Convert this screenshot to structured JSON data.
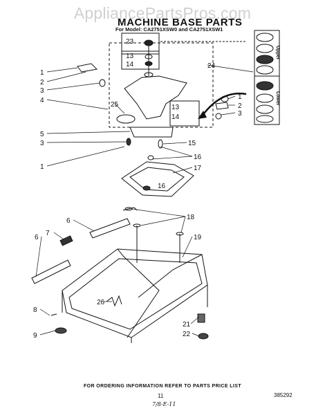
{
  "watermark": "AppliancePartsPros.com",
  "title": "MACHINE BASE PARTS",
  "subtitle": "For Model: CA2751XSW0 and CA2751XSW1",
  "inset": {
    "upper_label": "Upper",
    "lower_label": "Lower"
  },
  "callouts": [
    "1",
    "2",
    "3",
    "4",
    "5",
    "3",
    "1",
    "6",
    "7",
    "6",
    "8",
    "9",
    "23",
    "13",
    "14",
    "24",
    "25",
    "13",
    "14",
    "1",
    "2",
    "3",
    "15",
    "16",
    "17",
    "16",
    "18",
    "19",
    "26",
    "21",
    "22"
  ],
  "footer": "FOR ORDERING INFORMATION REFER TO PARTS PRICE LIST",
  "page_number": "11",
  "doc_number": "385292",
  "handwritten_note": "7/8-E-11"
}
